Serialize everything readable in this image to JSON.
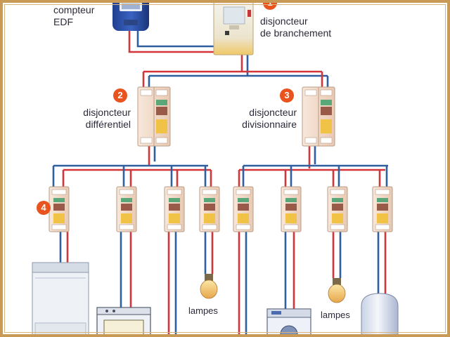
{
  "labels": {
    "meter": "compteur\nEDF",
    "main_breaker": "disjoncteur\nde branchement",
    "differential": "disjoncteur\ndifférentiel",
    "divisional": "disjoncteur\ndivisionnaire",
    "lamps_left": "lampes",
    "lamps_right": "lampes"
  },
  "badges": {
    "main_breaker": "1",
    "differential": "2",
    "divisional": "3",
    "circuit_breaker": "4"
  },
  "colors": {
    "live_wire": "#d2363a",
    "neutral_wire": "#2f5f9e",
    "badge": "#e8531e",
    "meter_body": "#2c4fa6",
    "breaker_module": "#f2d7c0",
    "breaker_handle": "#f0c245",
    "frame": "#c89a55"
  },
  "icons": {
    "meter": "electric-meter-icon",
    "main_breaker": "main-breaker-icon",
    "breaker": "circuit-breaker-icon",
    "lamp": "light-bulb-icon",
    "washing_machine": "washing-machine-icon",
    "oven": "oven-icon",
    "water_heater": "water-heater-icon",
    "fridge": "appliance-icon"
  }
}
